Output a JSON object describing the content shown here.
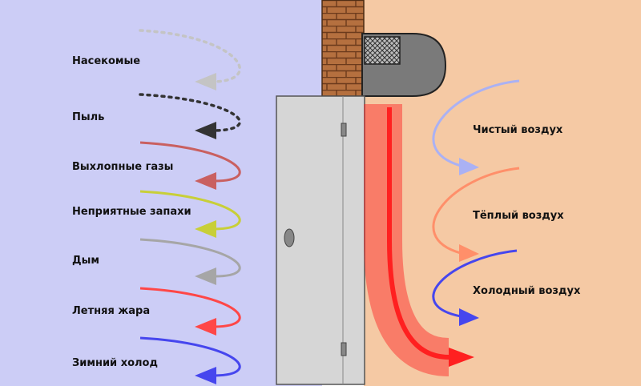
{
  "outside_labels": [
    "Насекомые",
    "Пыль",
    "Выхлопные газы",
    "Неприятные запахи",
    "Дым",
    "Летняя жара",
    "Зимний холод"
  ],
  "inside_labels": [
    "Чистый воздух",
    "Тёплый воздух",
    "Холодный воздух"
  ],
  "colors": {
    "outside_bg": "#cccdf6",
    "inside_bg": "#f5c9a4",
    "brick": "#b5703f",
    "door": "#d6d6d6",
    "insects": "#c4c4c4",
    "dust": "#333333",
    "exhaust": "#c96060",
    "odors": "#c8cf38",
    "smoke": "#a6a6a6",
    "summer_heat": "#ff4747",
    "winter_cold": "#4646ee",
    "clean_air": "#aab1f4",
    "warm_air": "#ff8f6a",
    "cold_air": "#4646ee",
    "draft": "#ff2020"
  }
}
